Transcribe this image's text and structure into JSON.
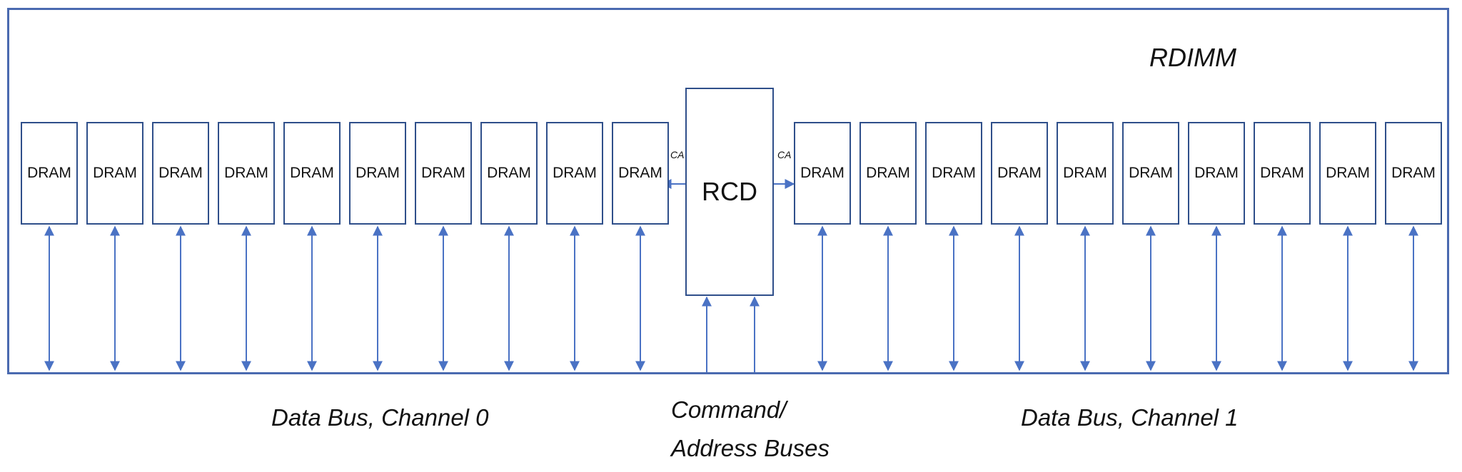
{
  "diagram": {
    "title": "RDIMM",
    "dram_label": "DRAM",
    "rcd_label": "RCD",
    "ca_label": "CA",
    "left_bus_label": "Data Bus, Channel 0",
    "cmd_bus_line1": "Command/",
    "cmd_bus_line2": "Address Buses",
    "right_bus_label": "Data Bus, Channel 1",
    "left_dram_count": 10,
    "right_dram_count": 10
  },
  "colors": {
    "border": "#4a6ab0",
    "chip_border": "#2f4f8a",
    "arrow": "#4a72c4",
    "text": "#111111"
  }
}
